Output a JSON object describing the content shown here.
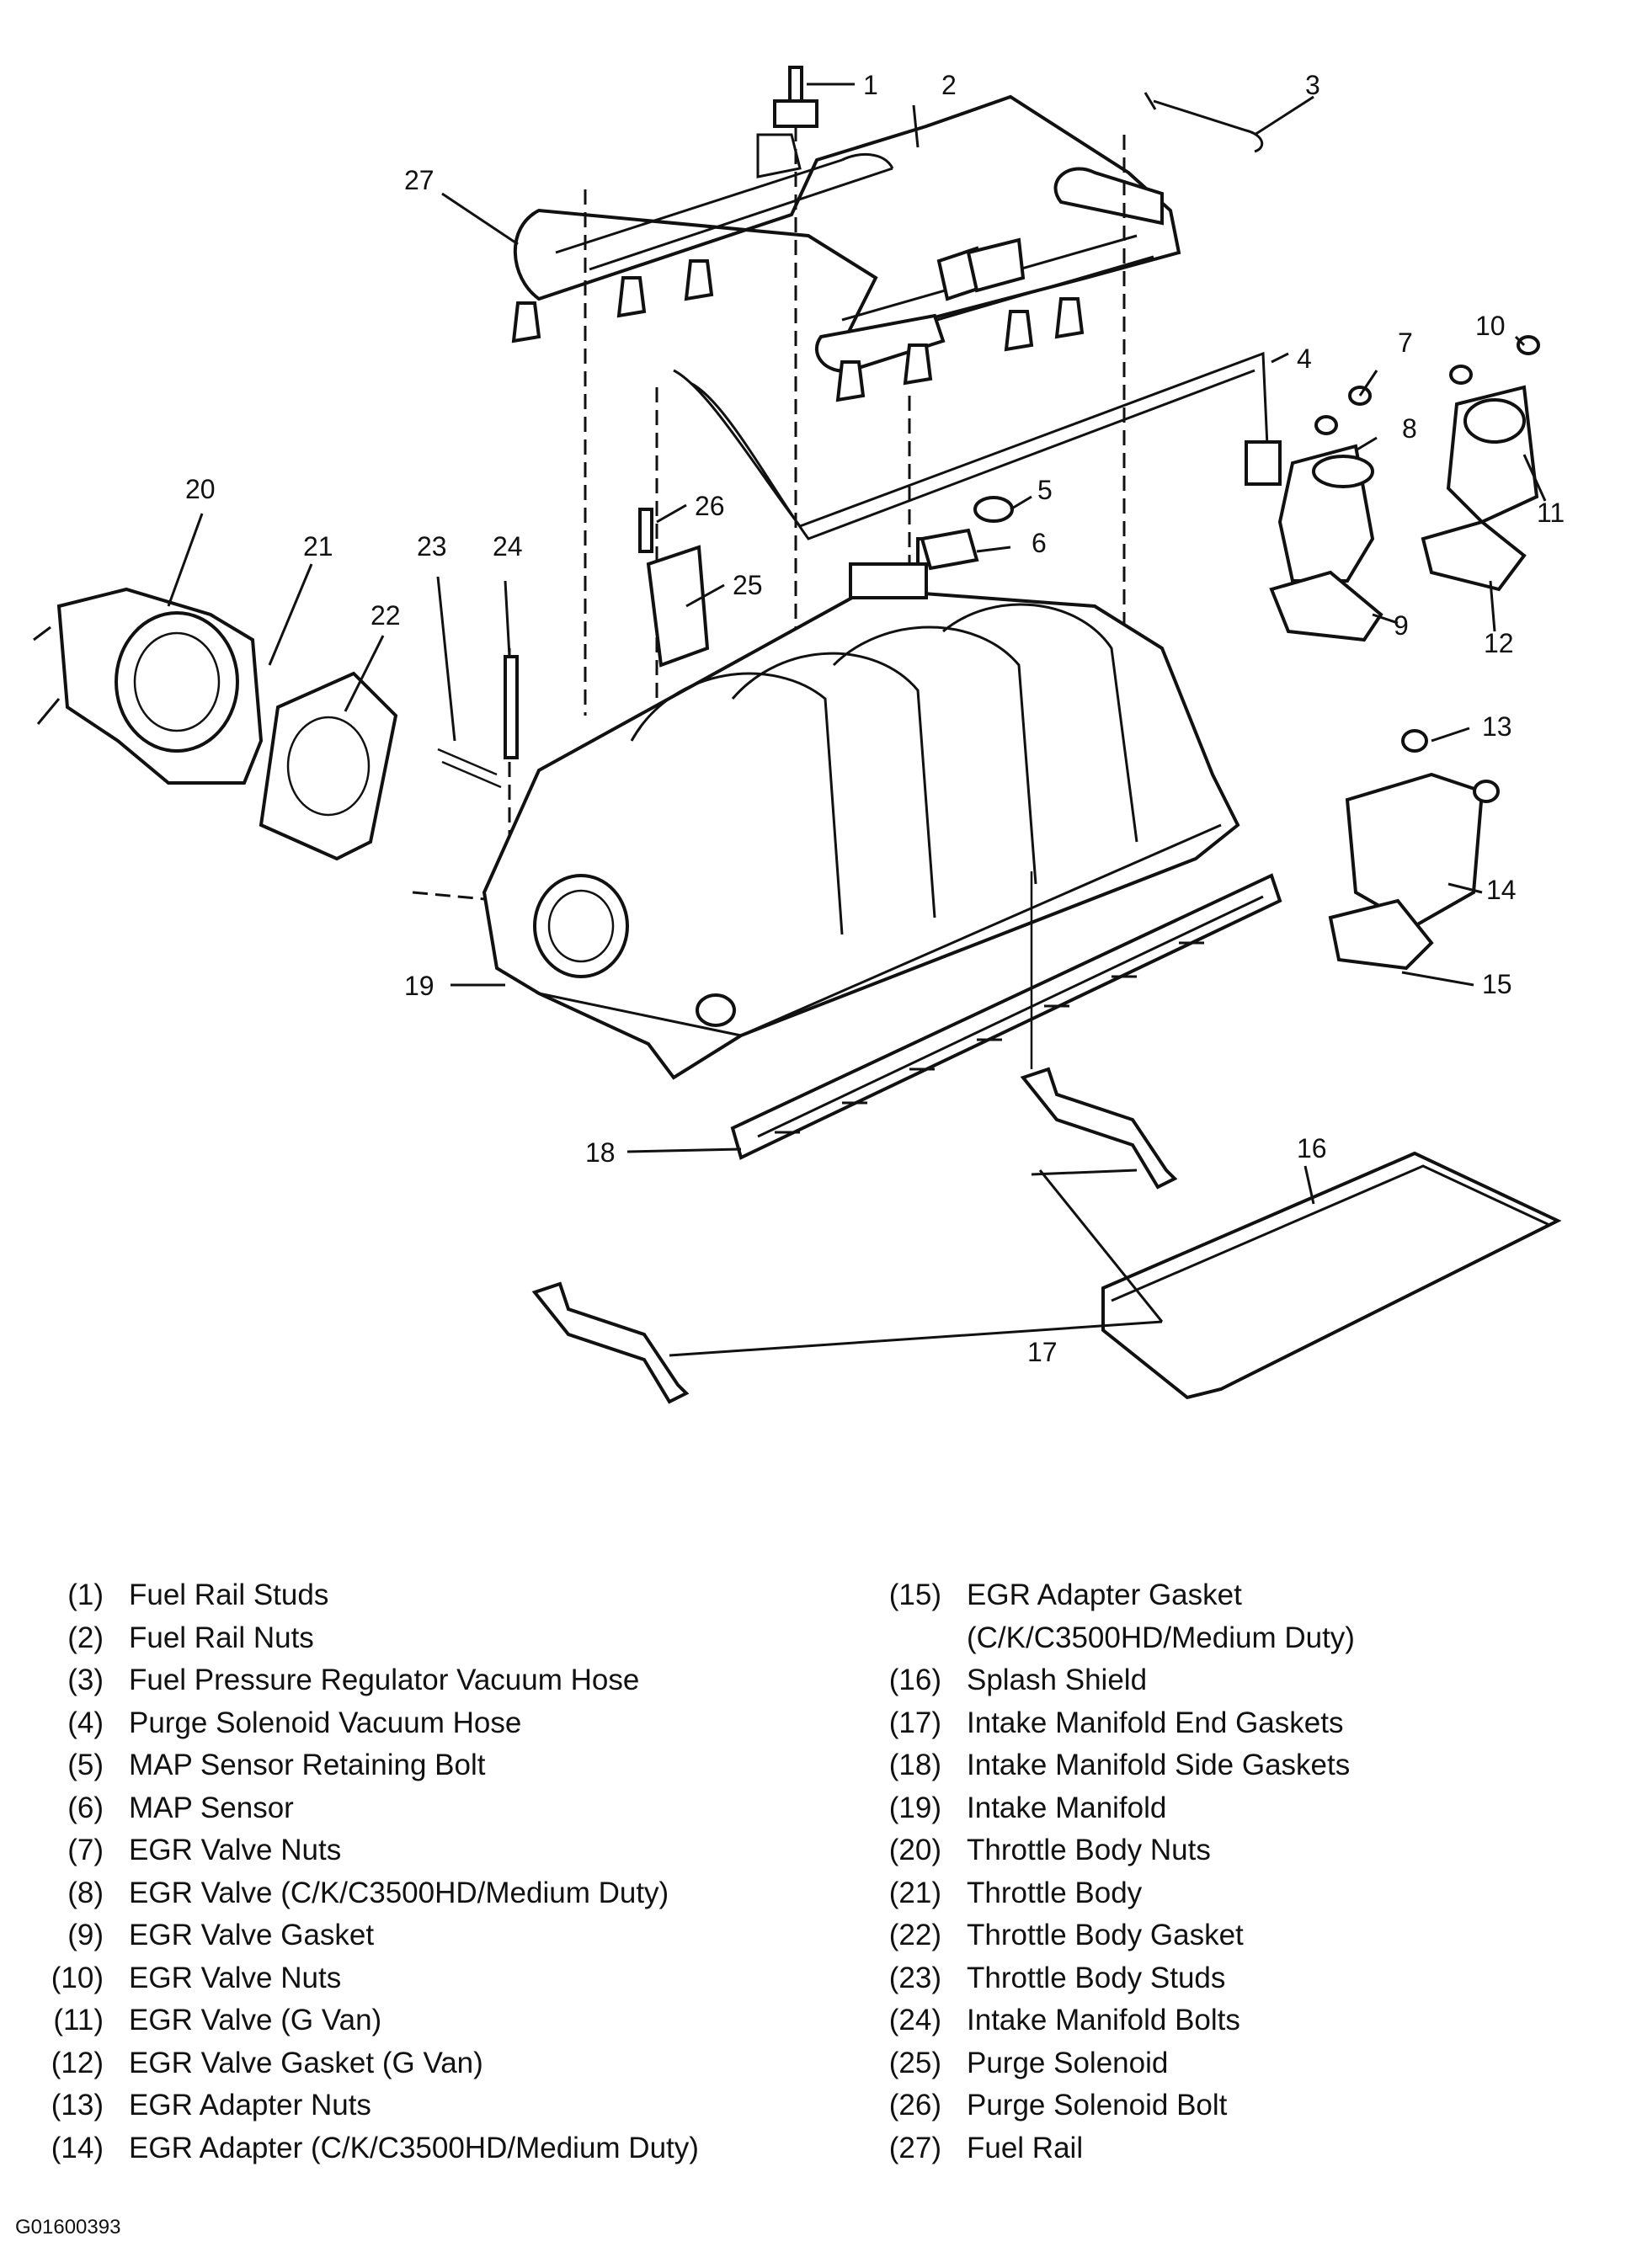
{
  "figure_id": "G01600393",
  "callouts": [
    "1",
    "2",
    "3",
    "4",
    "5",
    "6",
    "7",
    "8",
    "9",
    "10",
    "11",
    "12",
    "13",
    "14",
    "15",
    "16",
    "17",
    "17",
    "18",
    "19",
    "20",
    "21",
    "22",
    "23",
    "24",
    "25",
    "26",
    "27"
  ],
  "legend": {
    "left": [
      {
        "num": "(1)",
        "text": "Fuel Rail Studs"
      },
      {
        "num": "(2)",
        "text": "Fuel Rail Nuts"
      },
      {
        "num": "(3)",
        "text": "Fuel Pressure Regulator Vacuum Hose"
      },
      {
        "num": "(4)",
        "text": "Purge Solenoid Vacuum Hose"
      },
      {
        "num": "(5)",
        "text": "MAP Sensor Retaining Bolt"
      },
      {
        "num": "(6)",
        "text": "MAP Sensor"
      },
      {
        "num": "(7)",
        "text": "EGR Valve Nuts"
      },
      {
        "num": "(8)",
        "text": "EGR Valve (C/K/C3500HD/Medium Duty)"
      },
      {
        "num": "(9)",
        "text": "EGR Valve Gasket"
      },
      {
        "num": "(10)",
        "text": "EGR Valve Nuts"
      },
      {
        "num": "(11)",
        "text": "EGR Valve (G Van)"
      },
      {
        "num": "(12)",
        "text": "EGR Valve Gasket (G Van)"
      },
      {
        "num": "(13)",
        "text": "EGR Adapter Nuts"
      },
      {
        "num": "(14)",
        "text": "EGR Adapter (C/K/C3500HD/Medium Duty)"
      }
    ],
    "right": [
      {
        "num": "(15)",
        "text": "EGR Adapter Gasket",
        "sub": "(C/K/C3500HD/Medium Duty)"
      },
      {
        "num": "(16)",
        "text": "Splash Shield"
      },
      {
        "num": "(17)",
        "text": "Intake Manifold End Gaskets"
      },
      {
        "num": "(18)",
        "text": "Intake Manifold Side Gaskets"
      },
      {
        "num": "(19)",
        "text": "Intake Manifold"
      },
      {
        "num": "(20)",
        "text": "Throttle Body Nuts"
      },
      {
        "num": "(21)",
        "text": "Throttle Body"
      },
      {
        "num": "(22)",
        "text": "Throttle Body Gasket"
      },
      {
        "num": "(23)",
        "text": "Throttle Body Studs"
      },
      {
        "num": "(24)",
        "text": "Intake Manifold Bolts"
      },
      {
        "num": "(25)",
        "text": "Purge Solenoid"
      },
      {
        "num": "(26)",
        "text": "Purge Solenoid Bolt"
      },
      {
        "num": "(27)",
        "text": "Fuel Rail"
      }
    ]
  }
}
